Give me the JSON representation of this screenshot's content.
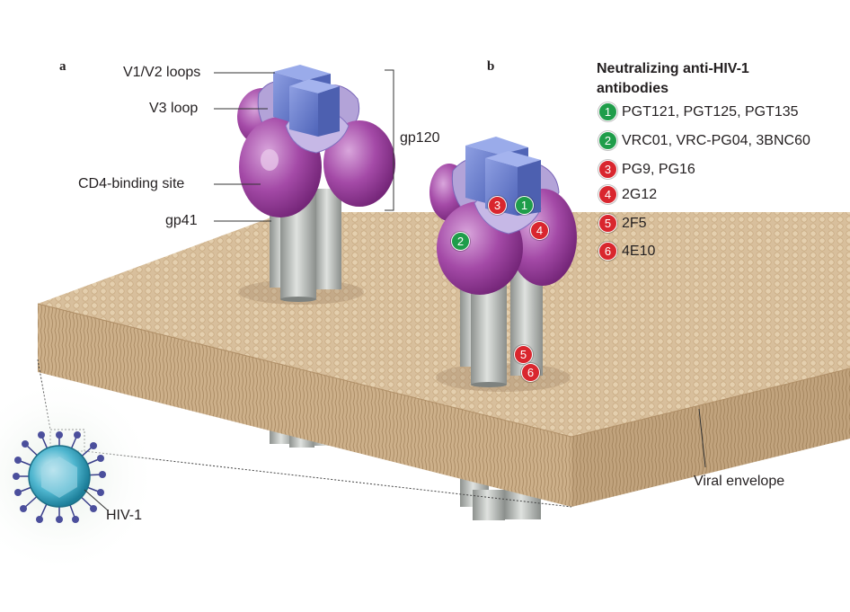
{
  "panels": {
    "a": "a",
    "b": "b"
  },
  "labels": {
    "v1v2": "V1/V2 loops",
    "v3": "V3 loop",
    "cd4": "CD4-binding site",
    "gp41": "gp41",
    "gp120": "gp120",
    "envelope": "Viral envelope",
    "hiv": "HIV-1"
  },
  "legend": {
    "title_line1": "Neutralizing anti-HIV-1",
    "title_line2": "antibodies",
    "items": [
      {
        "num": "1",
        "text": "PGT121, PGT125, PGT135",
        "color": "#1f9d4a"
      },
      {
        "num": "2",
        "text": "VRC01, VRC-PG04, 3BNC60",
        "color": "#1f9d4a"
      },
      {
        "num": "3",
        "text": "PG9, PG16",
        "color": "#d9262e"
      },
      {
        "num": "4",
        "text": "2G12",
        "color": "#d9262e"
      },
      {
        "num": "5",
        "text": "2F5",
        "color": "#d9262e"
      },
      {
        "num": "6",
        "text": "4E10",
        "color": "#d9262e"
      }
    ]
  },
  "colors": {
    "membrane_top": "#d8bf9c",
    "membrane_side": "#c9ab84",
    "gp120_purple": "#9b3c9e",
    "gp120_light": "#b3a3d8",
    "v1v2_blue": "#6a7fcf",
    "gp41_gray": "#b8bcb8",
    "badge_green": "#1f9d4a",
    "badge_red": "#d9262e"
  }
}
